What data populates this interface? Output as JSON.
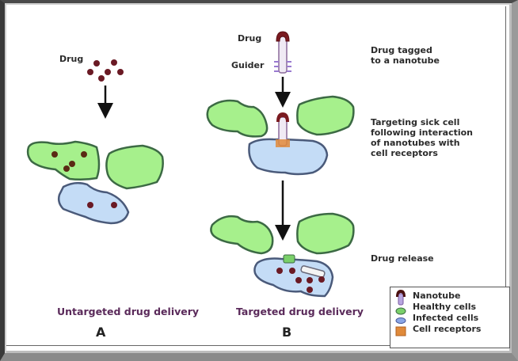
{
  "panel_a": {
    "drug_label": "Drug",
    "caption": "Untargeted drug delivery",
    "letter": "A"
  },
  "panel_b": {
    "drug_label": "Drug",
    "guider_label": "Guider",
    "caption": "Targeted drug delivery",
    "letter": "B"
  },
  "steps": [
    {
      "text_line1": "Drug tagged",
      "text_line2": "to a nanotube"
    },
    {
      "text_line1": "Targeting sick cell",
      "text_line2": "following interaction",
      "text_line3": "of nanotubes with",
      "text_line4": "cell receptors"
    },
    {
      "text_line1": "Drug release"
    }
  ],
  "legend": {
    "items": [
      {
        "label": "Nanotube",
        "icon": "nanotube-icon"
      },
      {
        "label": "Healthy cells",
        "icon": "healthy-cell-icon"
      },
      {
        "label": "Infected cells",
        "icon": "infected-cell-icon"
      },
      {
        "label": "Cell receptors",
        "icon": "cell-receptor-icon"
      }
    ]
  },
  "colors": {
    "healthy_fill": "#a6f08c",
    "healthy_stroke": "#3c6a44",
    "infected_fill": "#c4dcf6",
    "infected_stroke": "#4a5a7a",
    "drug": "#6a1a24",
    "receptor": "#e08a3a",
    "guider": "#9a7ad0",
    "caption": "#5a2a5a"
  }
}
